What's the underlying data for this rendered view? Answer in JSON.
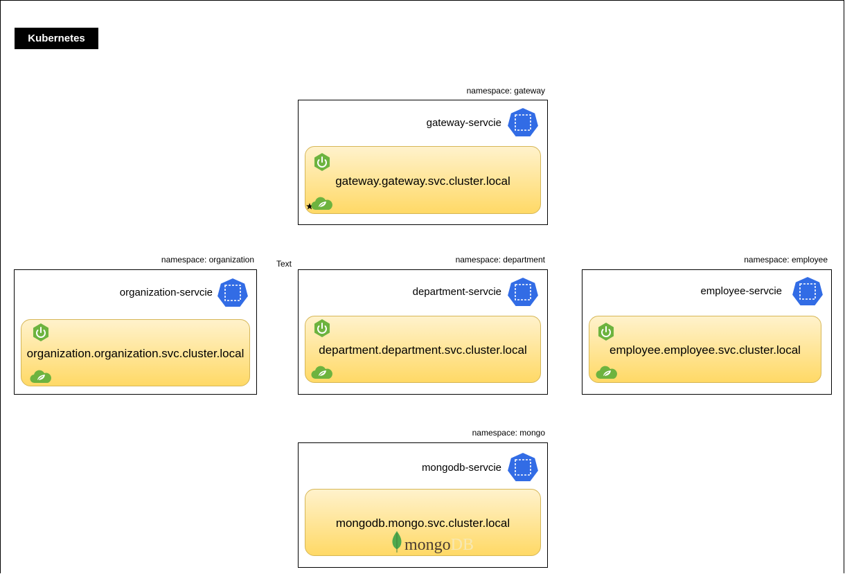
{
  "title": "Kubernetes",
  "stray_text": "Text",
  "namespaces": {
    "gateway": {
      "label": "namespace: gateway",
      "service": "gateway-servcie",
      "host": "gateway.gateway.svc.cluster.local"
    },
    "organization": {
      "label": "namespace: organization",
      "service": "organization-servcie",
      "host": "organization.organization.svc.cluster.local"
    },
    "department": {
      "label": "namespace:  department",
      "service": "department-servcie",
      "host": "department.department.svc.cluster.local"
    },
    "employee": {
      "label": "namespace: employee",
      "service": "employee-servcie",
      "host": "employee.employee.svc.cluster.local"
    },
    "mongo": {
      "label": "namespace: mongo",
      "service": "mongodb-servcie",
      "host": "mongodb.mongo.svc.cluster.local"
    }
  },
  "mongo_logo": {
    "main": "mongo",
    "suffix": "DB"
  },
  "icons": {
    "service": "kubernetes-service-icon",
    "spring_boot": "spring-boot-power-icon",
    "spring_cloud": "spring-cloud-leaf-icon"
  },
  "colors": {
    "k8s_blue": "#326ce5",
    "spring_green": "#6db33f",
    "pod_fill_top": "#fff2cc",
    "pod_fill_bottom": "#ffd966",
    "pod_border": "#d6b656",
    "mongo_green": "#4fa94d"
  }
}
